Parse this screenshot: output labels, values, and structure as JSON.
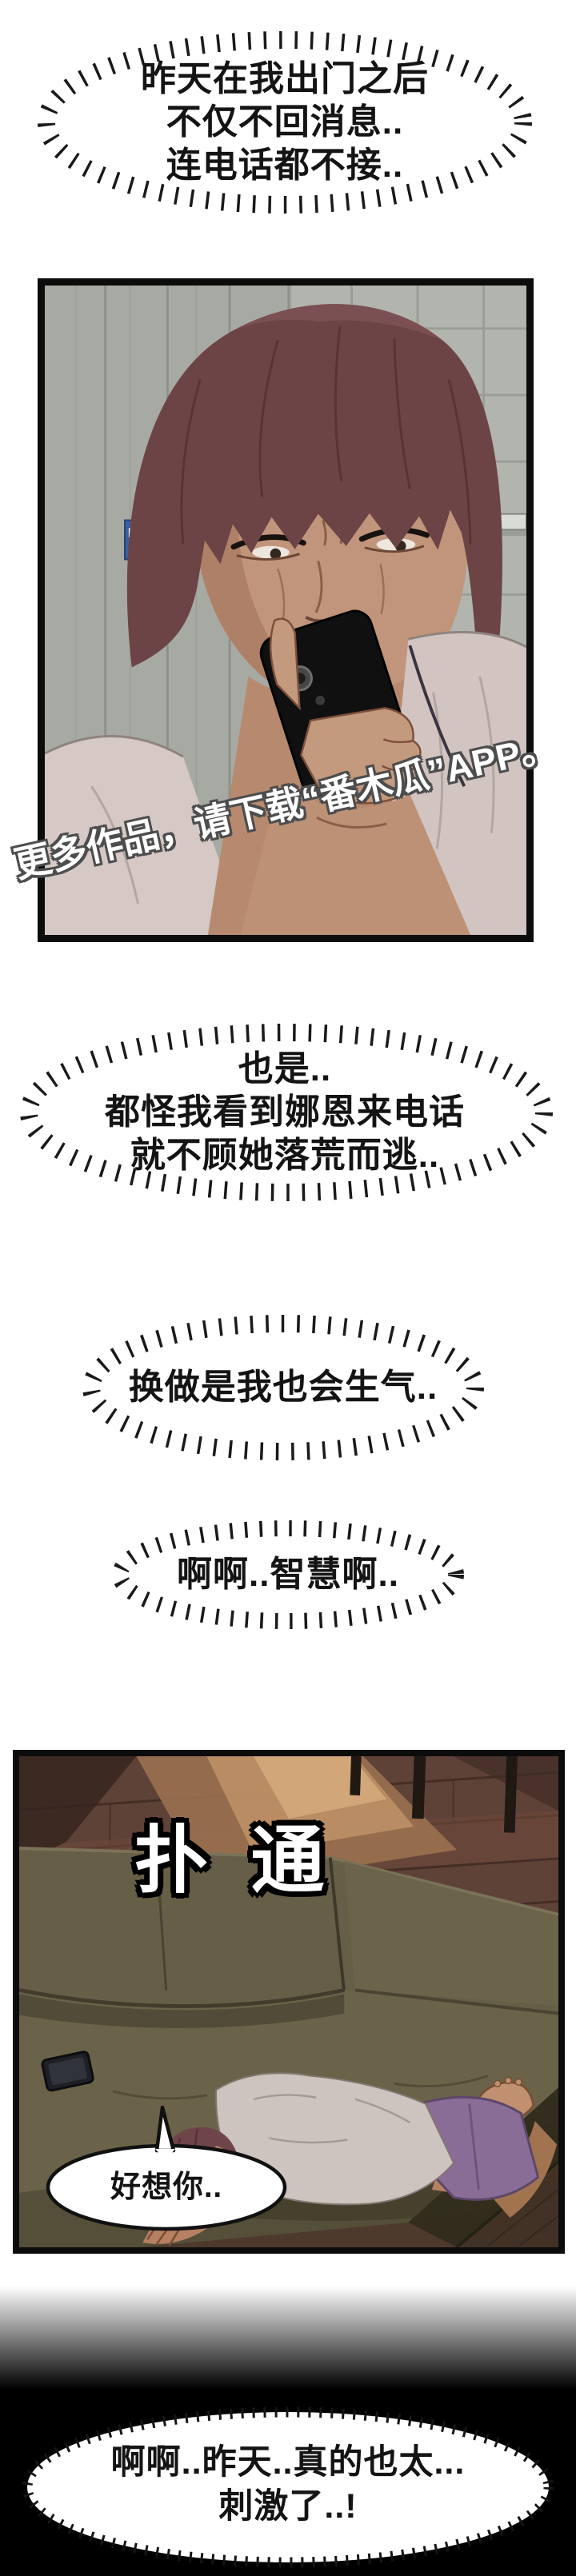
{
  "bubbles": {
    "b1": {
      "lines": [
        "昨天在我出门之后",
        "不仅不回消息..",
        "连电话都不接.."
      ]
    },
    "b2": {
      "lines": [
        "也是..",
        "都怪我看到娜恩来电话",
        "就不顾她落荒而逃.."
      ]
    },
    "b3": {
      "lines": [
        "换做是我也会生气.."
      ]
    },
    "b4": {
      "lines": [
        "啊啊..智慧啊.."
      ]
    },
    "b5": {
      "lines": [
        "好想你.."
      ]
    },
    "b6": {
      "lines": [
        "啊啊..昨天..真的也太...",
        "刺激了..!"
      ]
    }
  },
  "watermark": {
    "text": "更多作品，请下载“番木瓜”APP。",
    "color": "#ffffff",
    "outline": "#4d4d4d"
  },
  "sfx": {
    "text": "扑 通",
    "color": "#ffffff",
    "outline": "#000000"
  },
  "colors": {
    "page_bg": "#ffffff",
    "fade_bg": "#000000",
    "panel_border": "#0c0c0c",
    "bubble_border": "#1a1a1a",
    "bubble_fill": "#ffffff",
    "text": "#141414",
    "panel1_wall": "#b2b5ae",
    "panel1_hair": "#6c4445",
    "panel1_skin": "#c0957b",
    "panel1_shirt": "#d5c8c5",
    "panel1_phone": "#101010",
    "panel2_floor": "#5f4237",
    "panel2_couch": "#665e46",
    "panel2_shorts": "#8a6d97",
    "panel2_shirt": "#cdc3bf"
  }
}
